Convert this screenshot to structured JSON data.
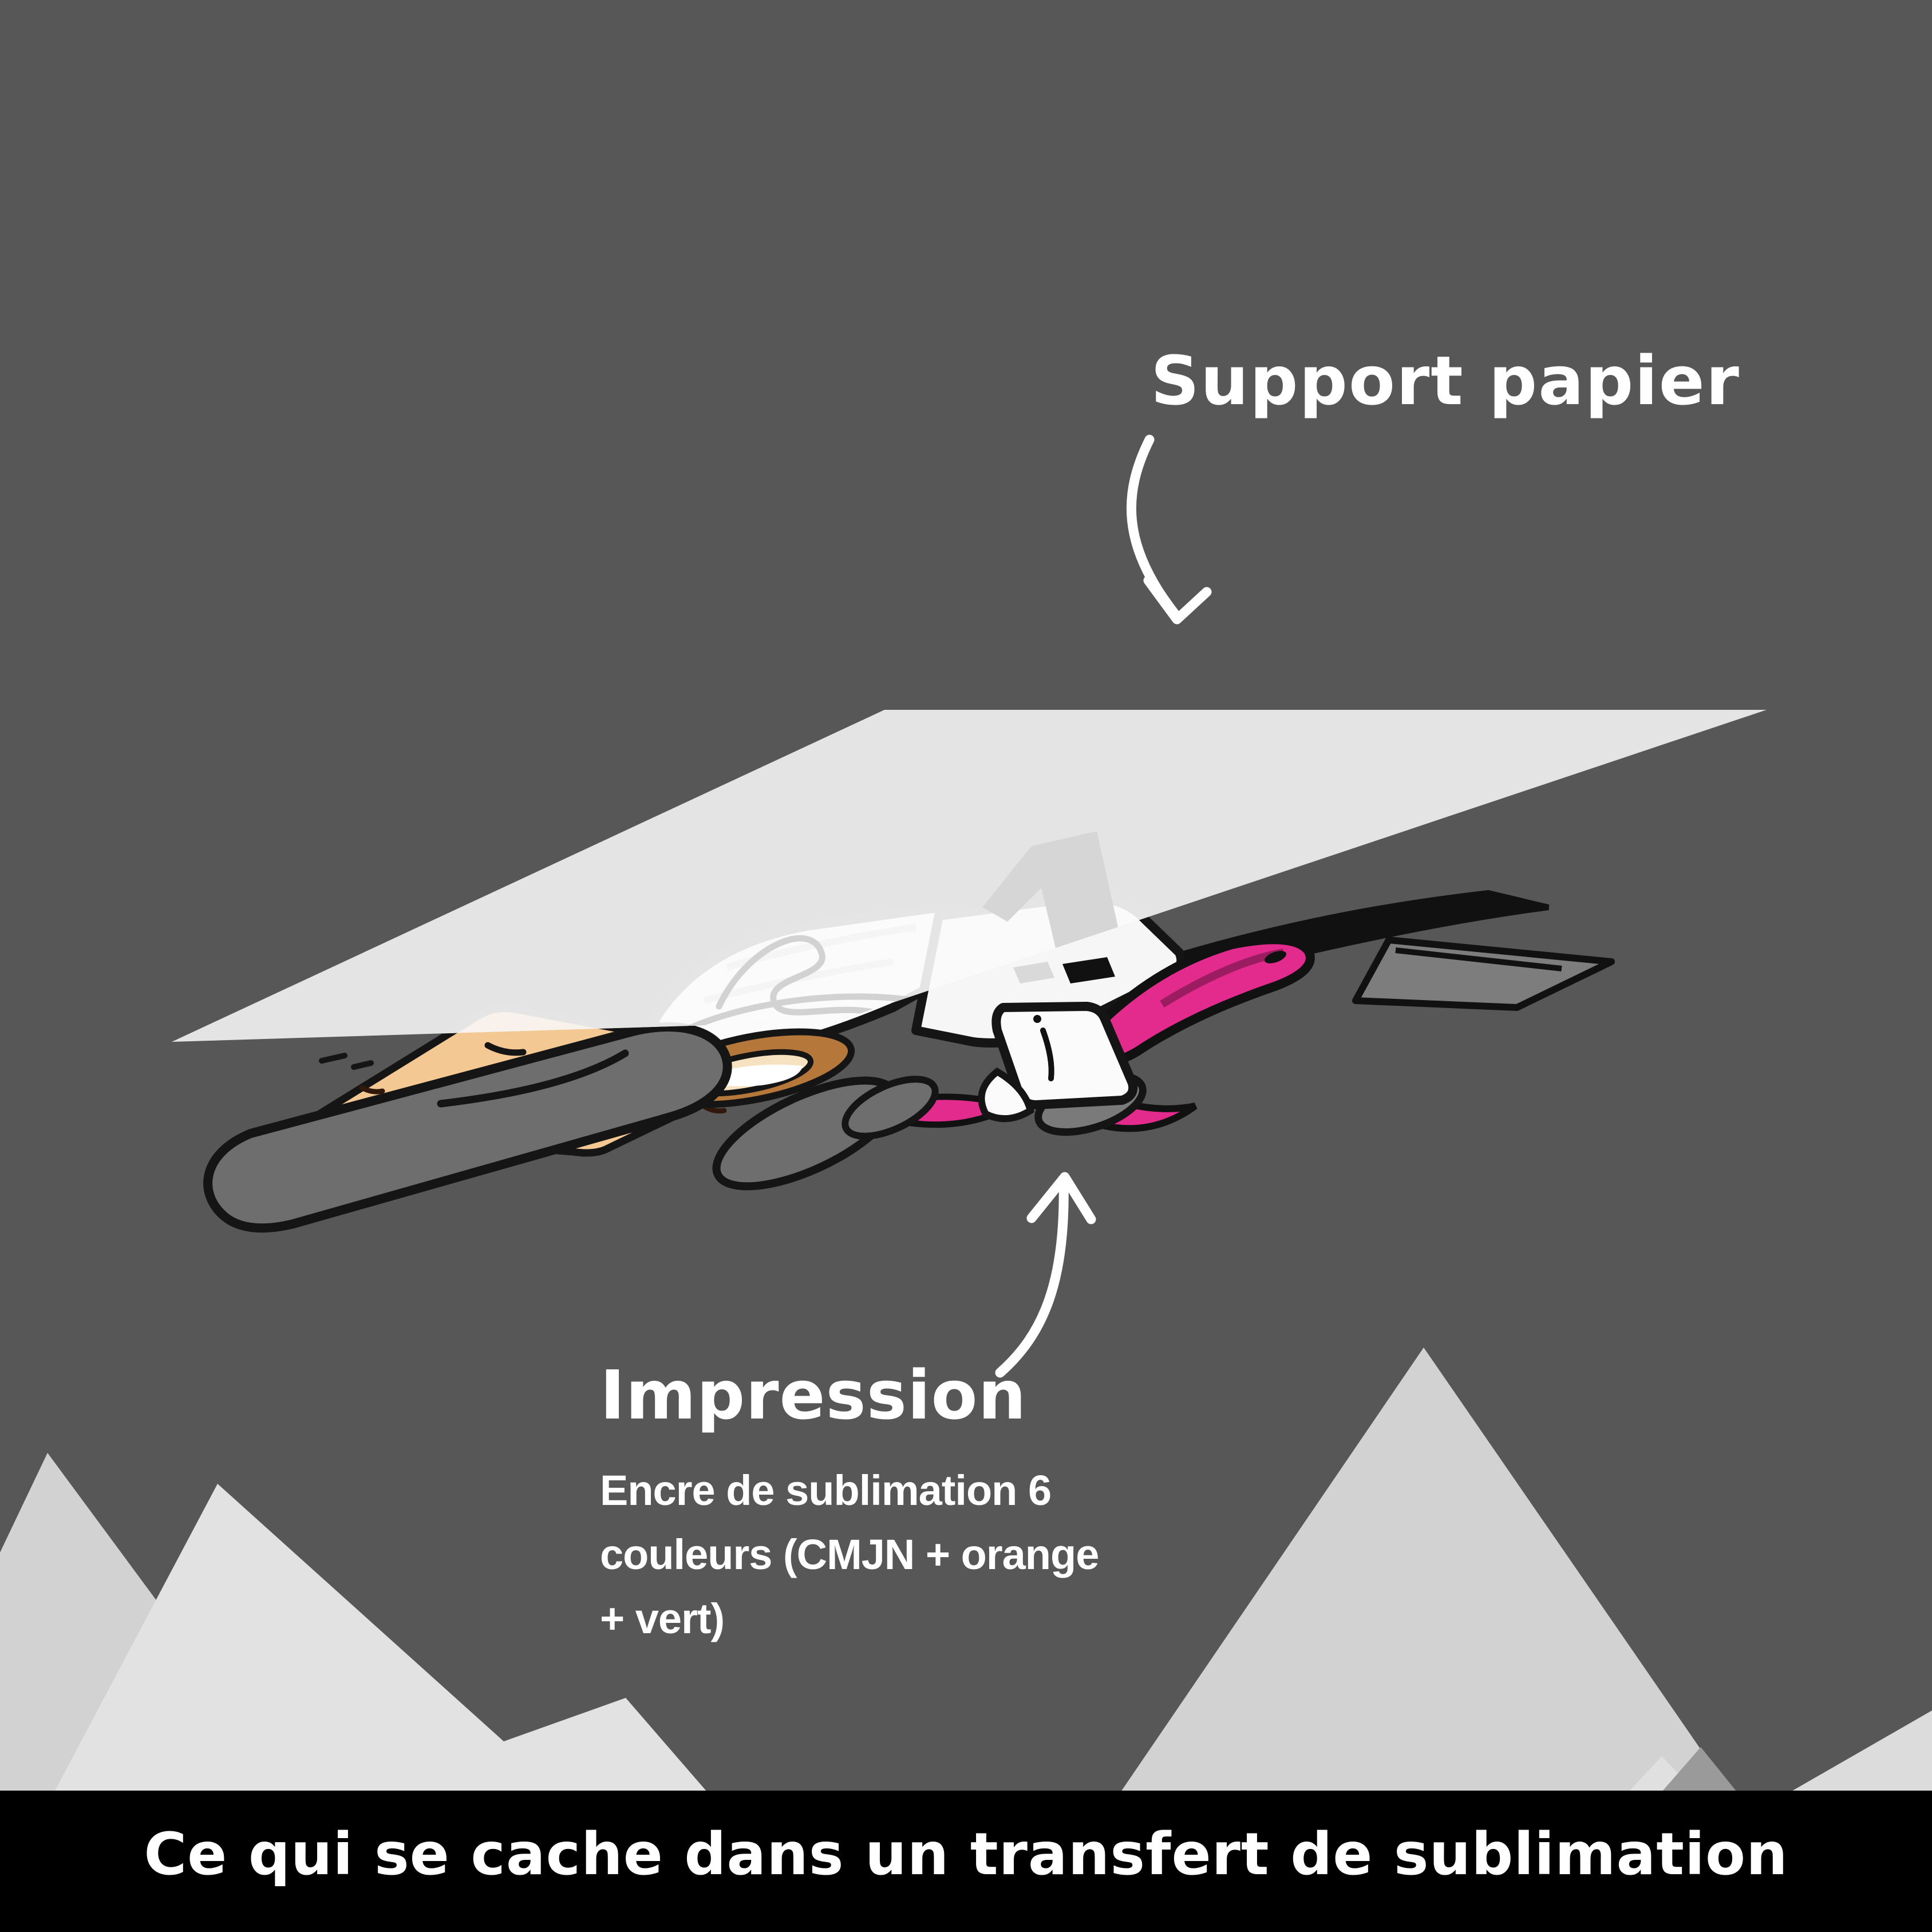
{
  "labels": {
    "support_papier": "Support papier",
    "impression_title": "Impression",
    "impression_sub_line1": "Encre de sublimation 6",
    "impression_sub_line2": "couleurs (CMJN + orange",
    "impression_sub_line3": "+ vert)"
  },
  "caption_bar": {
    "text": "Ce qui se cache dans un transfert de sublimation",
    "background": "#000000",
    "text_color": "#ffffff"
  },
  "colors": {
    "background": "#575757",
    "paper": "#e4e4e4",
    "ink_pink": "#e32a8d",
    "ink_pink_dark": "#9c1c62",
    "ink_tan": "#f3c893",
    "ink_brown": "#b5773a",
    "ink_gray": "#6e6e6e",
    "outline_black": "#151515",
    "arrow_white": "#ffffff",
    "mountain_light": "#e2e2e2",
    "mountain_mid": "#d2d2d2",
    "mountain_small_gray": "#9a9a9a"
  }
}
